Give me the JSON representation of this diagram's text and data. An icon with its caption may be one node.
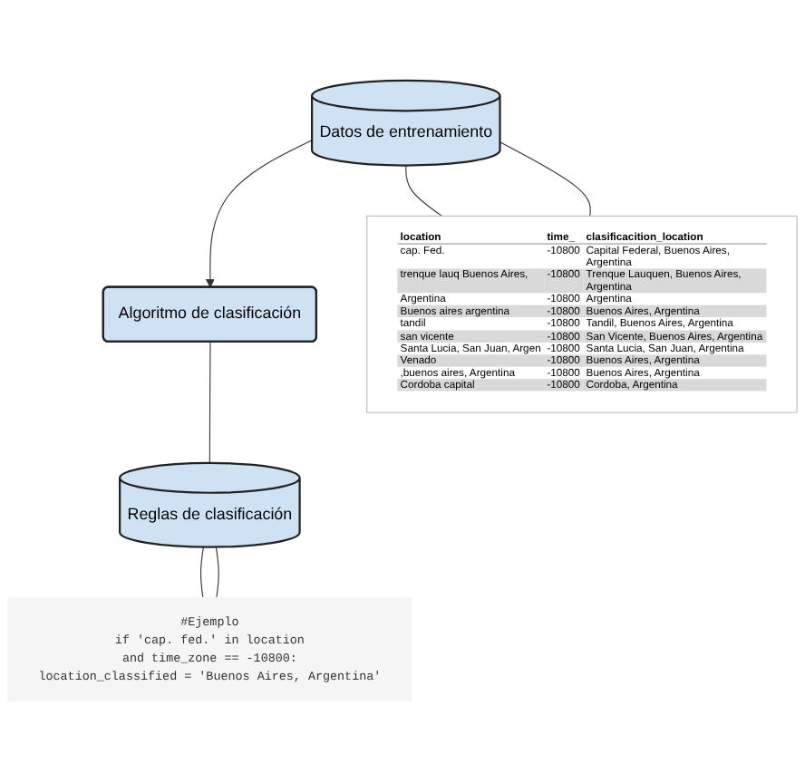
{
  "diagram": {
    "nodes": [
      {
        "text": [
          "Datos de entrenamiento"
        ]
      },
      {
        "text": [
          "Algoritmo de clasificación"
        ]
      },
      {
        "text": [
          "Reglas de clasificación"
        ]
      },
      {
        "text": [
          "location",
          "time_",
          "clasificacition_location",
          "cap. Fed.",
          "-10800",
          "Capital Federal, Buenos Aires, Argentina",
          "trenque lauq Buenos Aires,",
          "-10800",
          "Trenque Lauquen, Buenos Aires, Argentina",
          "Argentina",
          "-10800",
          "Argentina",
          "Buenos aires argentina",
          "-10800",
          "Buenos Aires, Argentina",
          "tandil",
          "-10800",
          "Tandil, Buenos Aires, Argentina",
          "san vicente",
          "-10800",
          "San Vicente, Buenos Aires, Argentina",
          "Santa Lucia, San Juan, Argen",
          "-10800",
          "Santa Lucia, San Juan, Argentina",
          "Venado",
          "-10800",
          "Buenos Aires, Argentina",
          ",buenos aires, Argentina",
          "-10800",
          "Buenos Aires, Argentina",
          "Cordoba capital",
          "-10800",
          "Cordoba, Argentina"
        ]
      },
      {
        "text": [
          "#Ejemplo",
          "if 'cap. fed.' in location",
          "and time_zone == -10800:",
          "location_classified = 'Buenos Aires, Argentina'"
        ]
      }
    ],
    "edges": [
      {
        "from": 0,
        "to": 1,
        "arrow": "to"
      },
      {
        "from": 1,
        "to": 2,
        "arrow": "none"
      },
      {
        "from": 0,
        "to": 3,
        "arrow": "none"
      },
      {
        "from": 0,
        "to": 3,
        "arrow": "none"
      },
      {
        "from": 2,
        "to": 4,
        "arrow": "none"
      },
      {
        "from": 2,
        "to": 4,
        "arrow": "none"
      }
    ]
  }
}
